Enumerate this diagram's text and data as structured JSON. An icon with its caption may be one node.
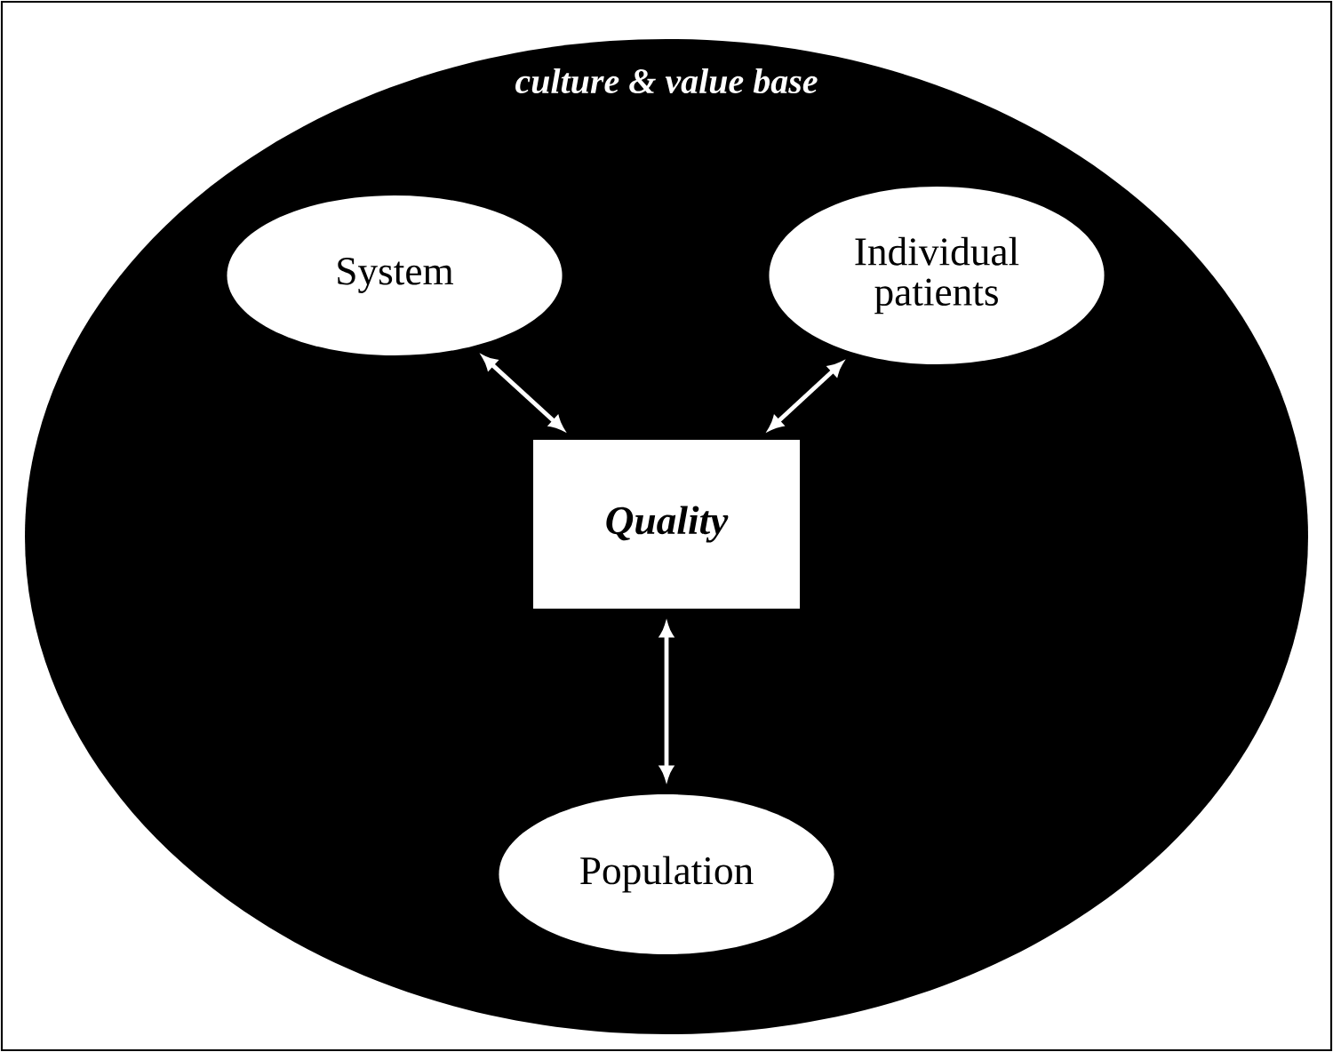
{
  "diagram": {
    "nodes": [
      {
        "text": [
          "culture & value base"
        ]
      },
      {
        "text": [
          "System"
        ],
        "in": 0
      },
      {
        "text": [
          "Individual patients"
        ],
        "in": 0
      },
      {
        "text": [
          "Quality"
        ],
        "in": 0
      },
      {
        "text": [
          "Population"
        ],
        "in": 0
      }
    ],
    "edges": [
      {
        "from": 1,
        "to": 3,
        "arrow": "both"
      },
      {
        "from": 2,
        "to": 3,
        "arrow": "both"
      },
      {
        "from": 3,
        "to": 4,
        "arrow": "both"
      }
    ]
  }
}
